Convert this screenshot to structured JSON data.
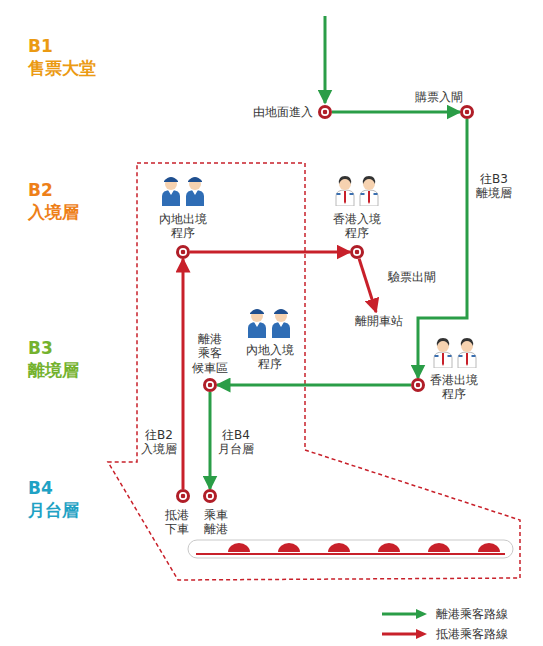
{
  "diagram": {
    "nodes": [
      {
        "text": [
          "B1",
          "售票大堂"
        ]
      },
      {
        "text": [
          "由地面進入"
        ],
        "in": 0
      },
      {
        "text": [
          "購票入閘"
        ],
        "in": 0
      },
      {
        "text": [
          "B2",
          "入境層"
        ]
      },
      {
        "text": [
          "內地出境 程序"
        ],
        "in": 3
      },
      {
        "text": [
          "香港入境 程序"
        ],
        "in": 3
      },
      {
        "text": [
          "離開車站"
        ]
      },
      {
        "text": [
          "B3",
          "離境層"
        ]
      },
      {
        "text": [
          "離港 乘客 候車區"
        ],
        "in": 7
      },
      {
        "text": [
          "內地入境 程序"
        ],
        "in": 7
      },
      {
        "text": [
          "香港出境 程序"
        ],
        "in": 7
      },
      {
        "text": [
          "B4",
          "月台層"
        ]
      },
      {
        "text": [
          "抵港 下車"
        ],
        "in": 11
      },
      {
        "text": [
          "乘車 離港"
        ],
        "in": 11
      }
    ],
    "edges": [
      {
        "from": 1,
        "to": 2,
        "arrow": "to"
      },
      {
        "from": 2,
        "to": 10,
        "label": "往B3 離境層",
        "arrow": "to"
      },
      {
        "from": 10,
        "to": 8,
        "arrow": "to"
      },
      {
        "from": 8,
        "to": 13,
        "label": "往B4 月台層",
        "arrow": "to"
      },
      {
        "from": 12,
        "to": 4,
        "label": "往B2 入境層",
        "arrow": "to"
      },
      {
        "from": 4,
        "to": 5,
        "arrow": "to"
      },
      {
        "from": 5,
        "to": 6,
        "label": "驗票出閘",
        "arrow": "to"
      }
    ],
    "legend": [
      {
        "text": "離港乘客路線",
        "color": "#2a9d47"
      },
      {
        "text": "抵港乘客路線",
        "color": "#c8202a"
      }
    ]
  }
}
